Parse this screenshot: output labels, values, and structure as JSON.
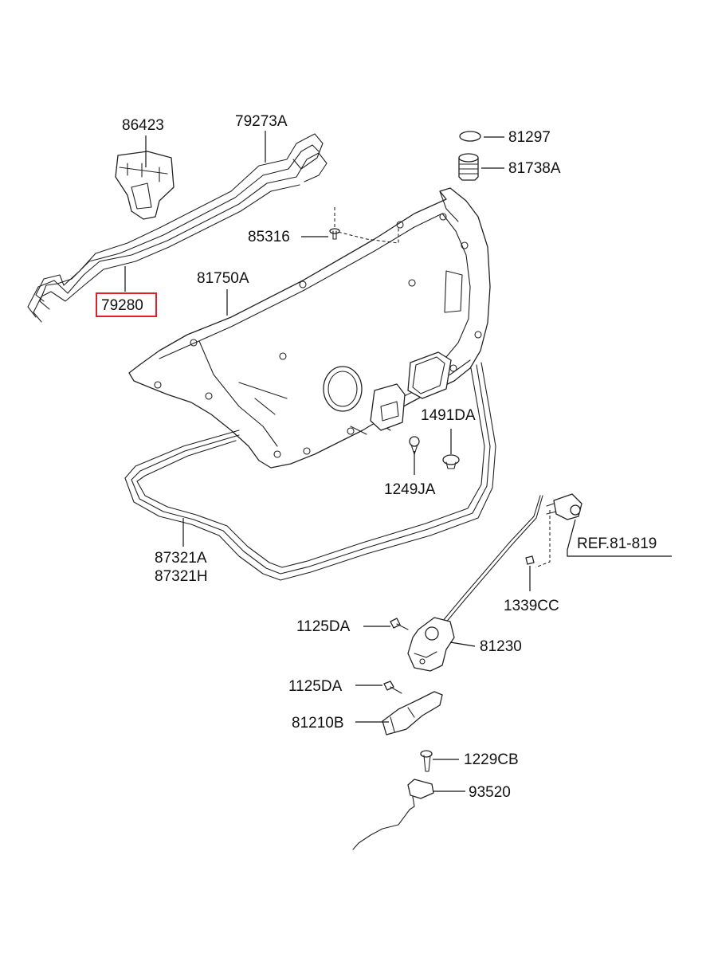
{
  "labels": {
    "p86423": "86423",
    "p79273A": "79273A",
    "p79280": "79280",
    "p81297": "81297",
    "p81738A": "81738A",
    "p85316": "85316",
    "p81750A": "81750A",
    "p1491DA": "1491DA",
    "p1249JA": "1249JA",
    "p87321A": "87321A",
    "p87321H": "87321H",
    "ref": "REF.81-819",
    "p1339CC": "1339CC",
    "p1125DA_a": "1125DA",
    "p81230": "81230",
    "p1125DA_b": "1125DA",
    "p81210B": "81210B",
    "p1229CB": "1229CB",
    "p93520": "93520"
  },
  "highlight": {
    "label": "79280",
    "color": "#e0202a"
  }
}
